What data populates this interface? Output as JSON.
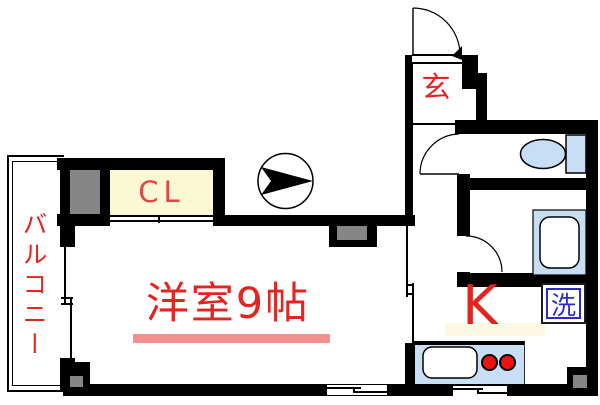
{
  "colors": {
    "wall": "#000000",
    "accent_red": "#e3241f",
    "closet_red": "#e54444",
    "underline_pink": "#f78f8f",
    "closet_cream": "#fbf8d5",
    "highlight_cream": "#fcf9e2",
    "fixture_blue": "#c7def5",
    "laundry_blue": "#2b2bcd",
    "pillar_gray": "#868686"
  },
  "rooms": {
    "balcony": {
      "label": "バルコニー"
    },
    "closet": {
      "label": "CL"
    },
    "main_room": {
      "label": "洋室9帖"
    },
    "entrance": {
      "label": "玄"
    },
    "kitchen": {
      "label": "K"
    },
    "laundry": {
      "label": "洗"
    }
  },
  "compass": {
    "type": "north-arrow",
    "pointing": "right"
  }
}
